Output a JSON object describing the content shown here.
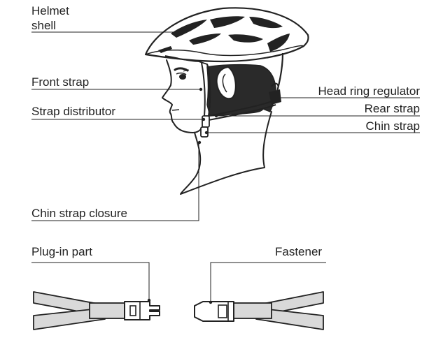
{
  "labels": {
    "helmet_shell_line1": "Helmet",
    "helmet_shell_line2": "shell",
    "front_strap": "Front strap",
    "strap_distributor": "Strap distributor",
    "chin_strap_closure": "Chin strap closure",
    "head_ring_regulator": "Head ring regulator",
    "rear_strap": "Rear strap",
    "chin_strap": "Chin strap",
    "plug_in_part": "Plug-in part",
    "fastener": "Fastener"
  },
  "colors": {
    "ink": "#222222",
    "strap_fill": "#d9d9d9",
    "paper": "#ffffff"
  }
}
